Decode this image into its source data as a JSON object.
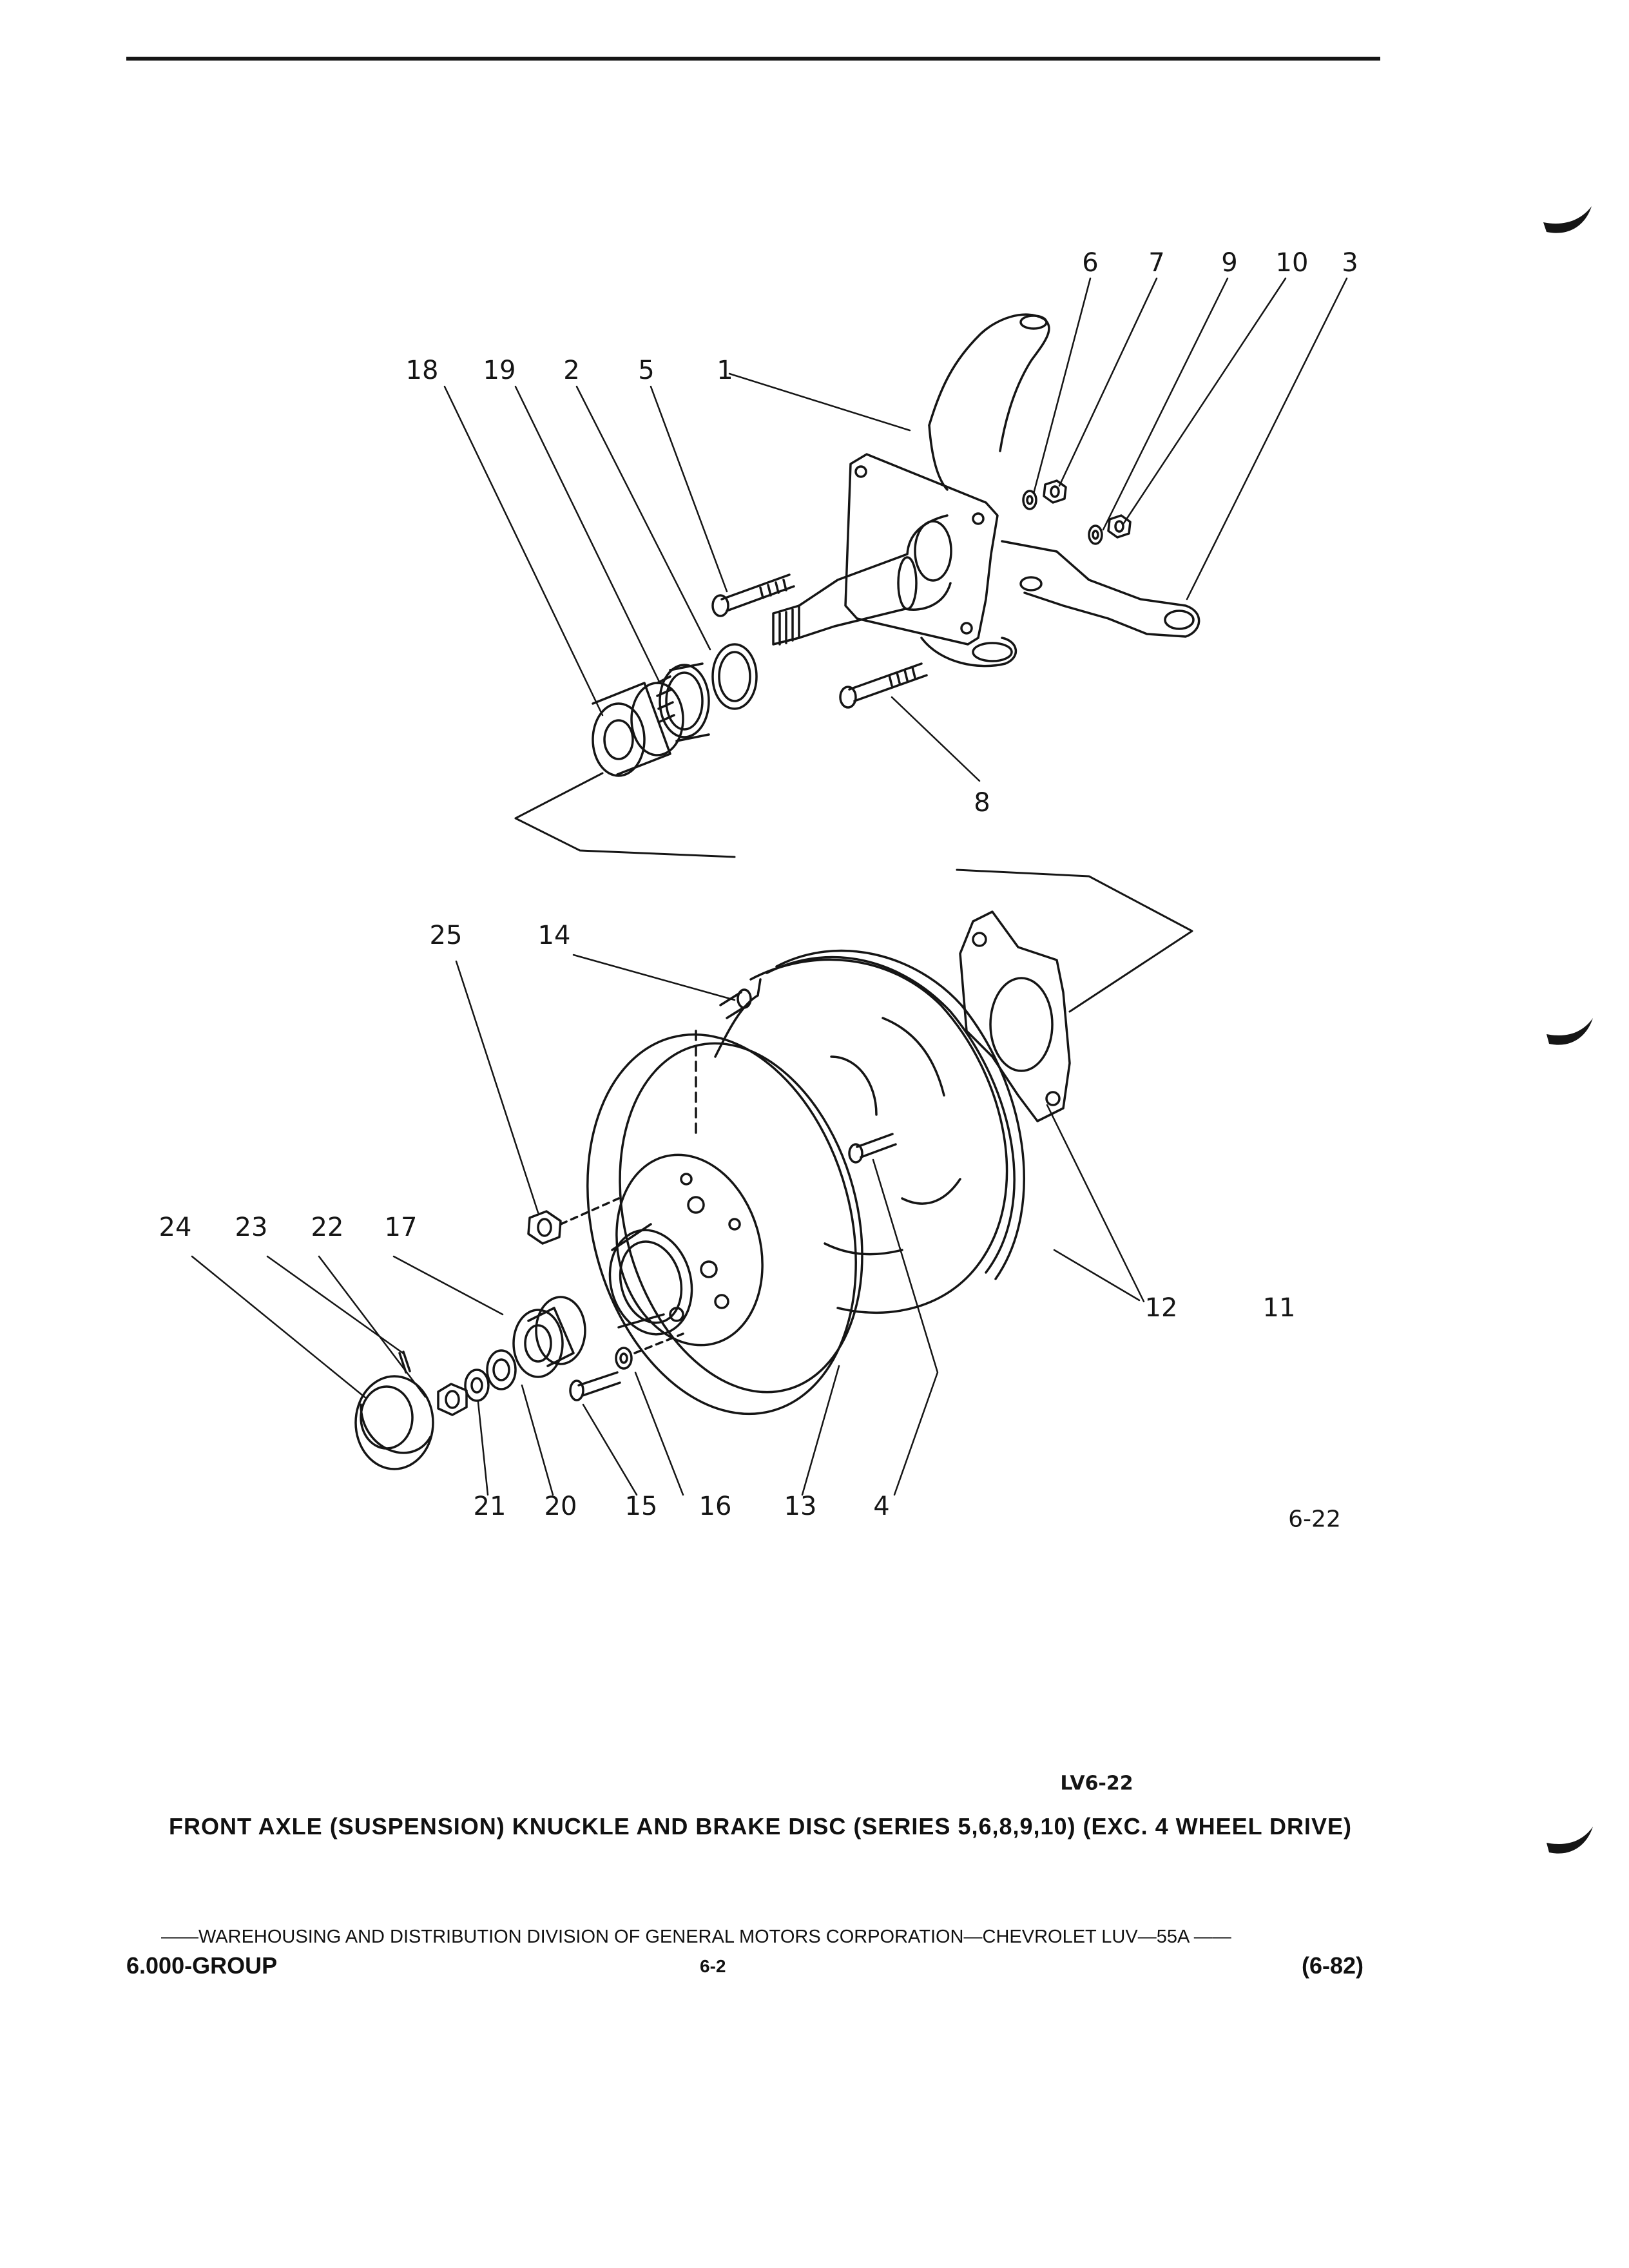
{
  "diagram": {
    "title": "FRONT AXLE (SUSPENSION) KNUCKLE AND BRAKE DISC (SERIES 5,6,8,9,10) (EXC. 4 WHEEL DRIVE)",
    "figure_number": "6-22",
    "illustration_code": "LV6-22",
    "callouts": {
      "c1": "1",
      "c2": "2",
      "c3": "3",
      "c4": "4",
      "c5": "5",
      "c6": "6",
      "c7": "7",
      "c8": "8",
      "c9": "9",
      "c10": "10",
      "c11": "11",
      "c12": "12",
      "c13": "13",
      "c14": "14",
      "c15": "15",
      "c16": "16",
      "c17": "17",
      "c18": "18",
      "c19": "19",
      "c20": "20",
      "c21": "21",
      "c22": "22",
      "c23": "23",
      "c24": "24",
      "c25": "25"
    }
  },
  "footer": {
    "distribution_line": "——WAREHOUSING AND DISTRIBUTION DIVISION OF GENERAL MOTORS CORPORATION—CHEVROLET LUV—55A ——",
    "group": "6.000-GROUP",
    "page": "6-2",
    "date_code": "(6-82)"
  }
}
